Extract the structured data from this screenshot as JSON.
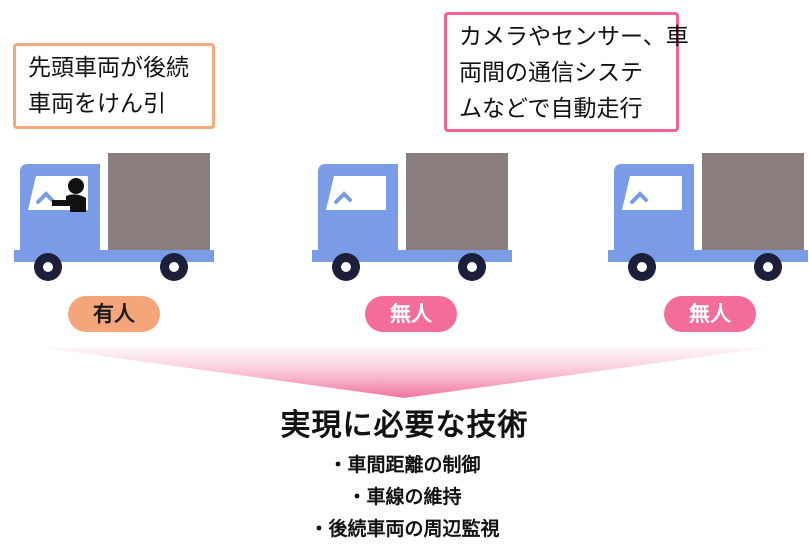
{
  "bubbles": {
    "left": {
      "lines": [
        "先頭車両が後続",
        "車両をけん引"
      ]
    },
    "right": {
      "lines": [
        "カメラやセンサー、車",
        "両間の通信システ",
        "ムなどで自動走行"
      ]
    }
  },
  "trucks": [
    {
      "badge": "有人",
      "has_driver": true
    },
    {
      "badge": "無人",
      "has_driver": false
    },
    {
      "badge": "無人",
      "has_driver": false
    }
  ],
  "technology": {
    "title": "実現に必要な技術",
    "items": [
      "・車間距離の制御",
      "・車線の維持",
      "・後続車両の周辺監視"
    ]
  },
  "colors": {
    "cab": "#7a9be6",
    "cargo": "#8a7e7e",
    "wheel": "#1b1f3a",
    "orange_accent": "#f6a97c",
    "pink_accent": "#f0648f"
  }
}
